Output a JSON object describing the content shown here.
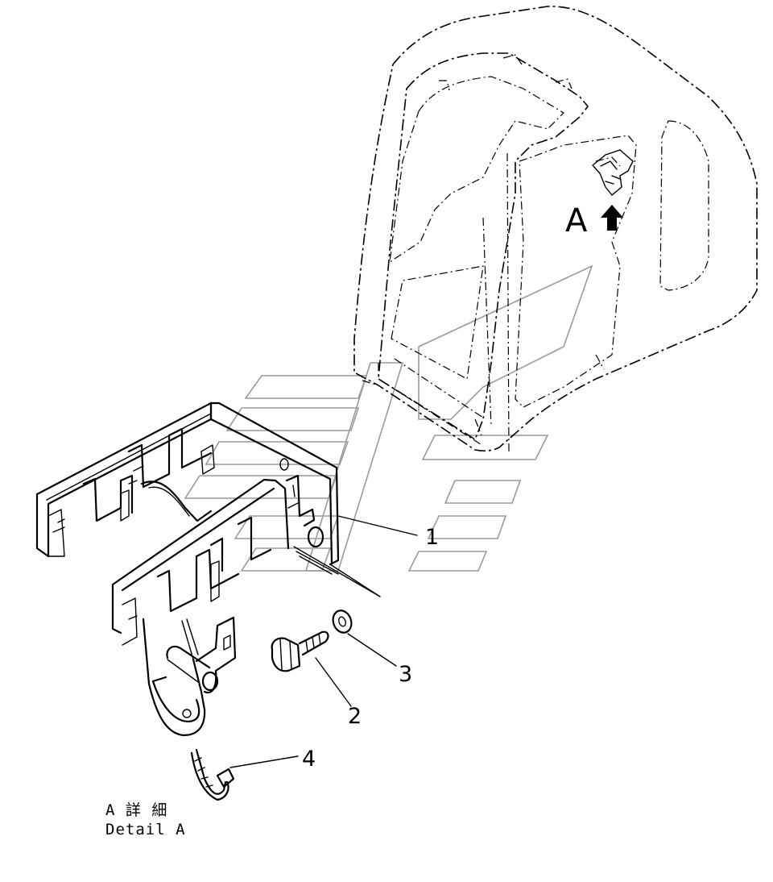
{
  "view_label": "A",
  "parts": [
    {
      "number": "1"
    },
    {
      "number": "2"
    },
    {
      "number": "3"
    },
    {
      "number": "4"
    }
  ],
  "caption": {
    "line_jp": "A 詳 細",
    "line_en": "Detail A"
  }
}
